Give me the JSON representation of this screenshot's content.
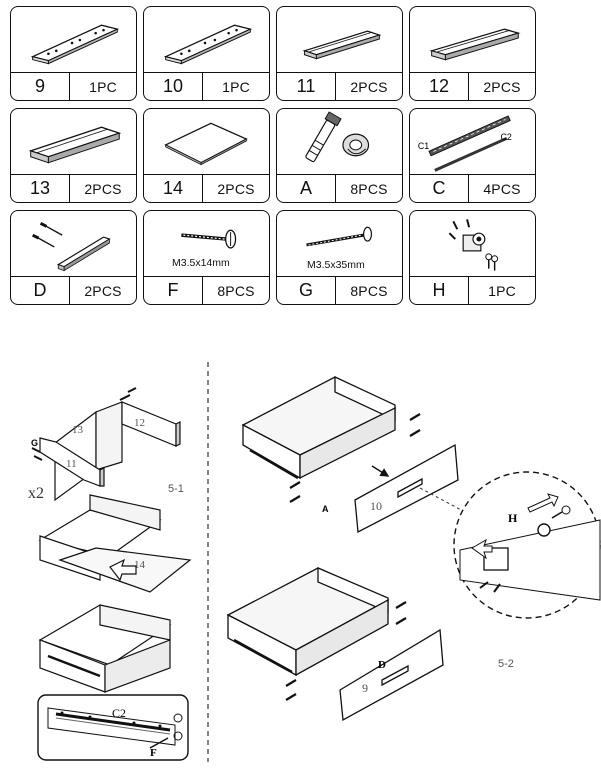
{
  "parts": [
    {
      "num": "9",
      "qty": "1PC",
      "icon": "side-panel-with-holes"
    },
    {
      "num": "10",
      "qty": "1PC",
      "icon": "side-panel-with-holes"
    },
    {
      "num": "11",
      "qty": "2PCS",
      "icon": "grooved-board"
    },
    {
      "num": "12",
      "qty": "2PCS",
      "icon": "grooved-board"
    },
    {
      "num": "13",
      "qty": "2PCS",
      "icon": "grooved-board"
    },
    {
      "num": "14",
      "qty": "2PCS",
      "icon": "bottom-panel"
    },
    {
      "num": "A",
      "qty": "8PCS",
      "icon": "cam-lock-fitting"
    },
    {
      "num": "C",
      "qty": "4PCS",
      "icon": "drawer-slide-rails",
      "labels": [
        "C1",
        "C2"
      ]
    },
    {
      "num": "D",
      "qty": "2PCS",
      "icon": "handle-with-screws"
    },
    {
      "num": "F",
      "qty": "8PCS",
      "icon": "short-screw",
      "spec": "M3.5x14mm"
    },
    {
      "num": "G",
      "qty": "8PCS",
      "icon": "long-screw",
      "spec": "M3.5x35mm"
    },
    {
      "num": "H",
      "qty": "1PC",
      "icon": "drawer-lock-with-key"
    }
  ],
  "step1": {
    "multiplier": "x2",
    "step_label": "5-1",
    "part_labels": {
      "p13": "13",
      "p12": "12",
      "p11": "11",
      "p14": "14",
      "g": "G",
      "c2": "C2",
      "f": "F"
    }
  },
  "step2": {
    "step_label": "5-2",
    "part_labels": {
      "p10": "10",
      "p9": "9",
      "a": "A",
      "d": "D",
      "h": "H"
    }
  }
}
